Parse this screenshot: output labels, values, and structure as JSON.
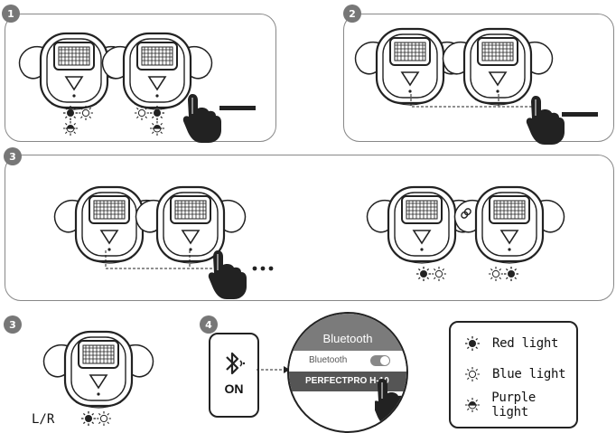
{
  "steps": [
    "1",
    "2",
    "3",
    "3",
    "4"
  ],
  "phone": {
    "status": "ON"
  },
  "bluetooth_menu": {
    "header": "Bluetooth",
    "setting_label": "Bluetooth",
    "device_name": "PERFECTPRO H-10"
  },
  "earbud_label": "L/R",
  "legend": {
    "red": "Red  light",
    "blue": "Blue light",
    "purple": "Purple light"
  }
}
